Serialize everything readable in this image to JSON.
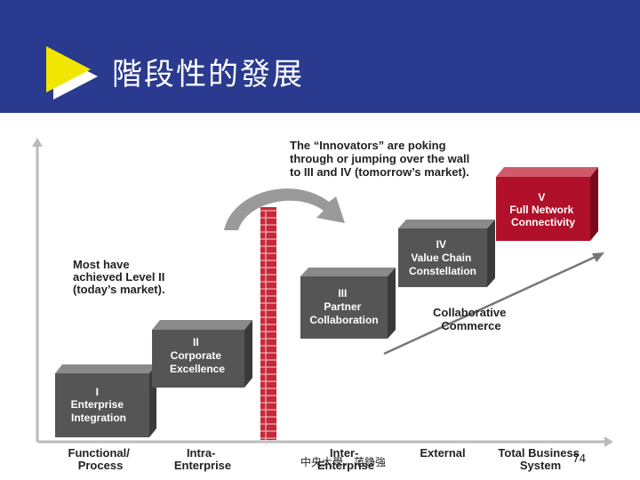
{
  "slide": {
    "title": "階段性的發展",
    "footer_credit": "中央大學．范錚強",
    "page_number": "74"
  },
  "diagram": {
    "callout_top": [
      "The “Innovators” are poking",
      "through or jumping over the wall",
      "to III and IV (tomorrow’s market)."
    ],
    "callout_left": [
      "Most have",
      "achieved Level II",
      "(today’s market)."
    ],
    "callout_collab": [
      "Collaborative",
      "Commerce"
    ],
    "stages": [
      {
        "numeral": "I",
        "lines": [
          "Enterprise",
          "Integration"
        ]
      },
      {
        "numeral": "II",
        "lines": [
          "Corporate",
          "Excellence"
        ]
      },
      {
        "numeral": "III",
        "lines": [
          "Partner",
          "Collaboration"
        ]
      },
      {
        "numeral": "IV",
        "lines": [
          "Value Chain",
          "Constellation"
        ]
      },
      {
        "numeral": "V",
        "lines": [
          "Full Network",
          "Connectivity"
        ]
      }
    ],
    "x_axis": [
      [
        "Functional/",
        "Process"
      ],
      [
        "Intra-",
        "Enterprise"
      ],
      [
        "Inter-",
        "Enterprise"
      ],
      [
        "External"
      ],
      [
        "Total Business",
        "System"
      ]
    ],
    "colors": {
      "header": "#2a3a8e",
      "box": "#555555",
      "box_top": "#8a8a8a",
      "box_highlight": "#b0102a",
      "wall": "#c8283a"
    }
  }
}
